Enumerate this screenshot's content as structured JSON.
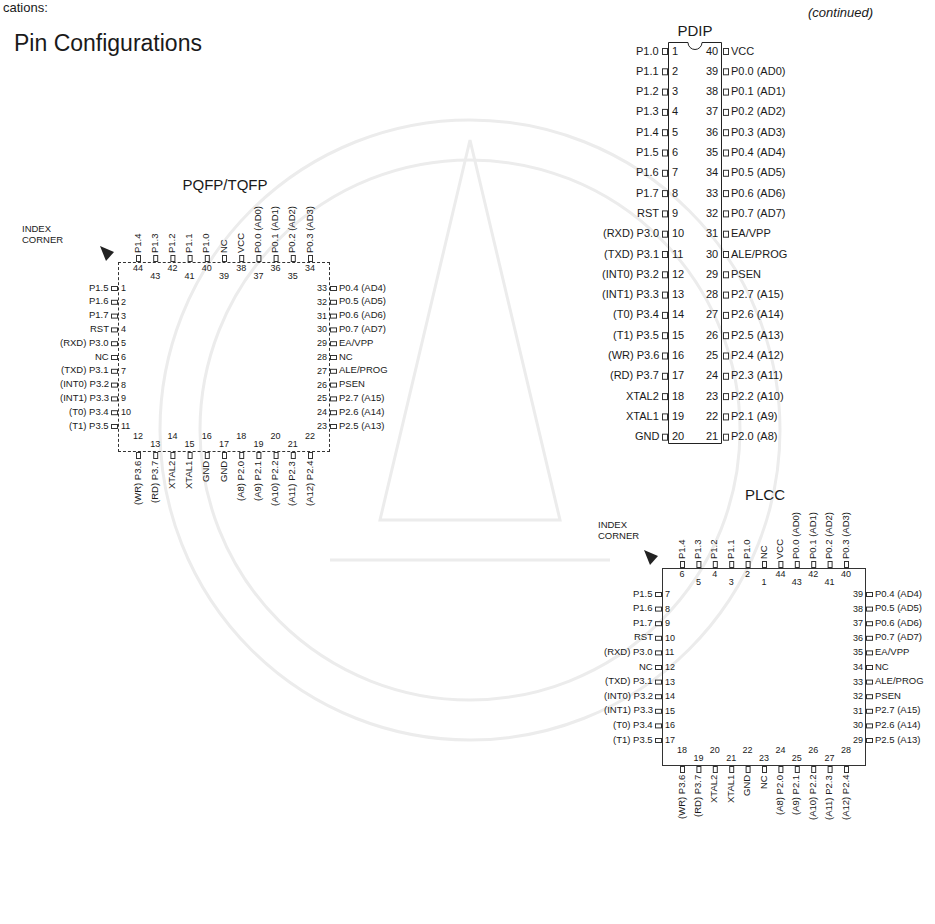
{
  "diagram": {
    "title": "Pin Configurations",
    "nodes": [
      {
        "text": [
          "PDIP"
        ]
      },
      {
        "text": [
          "PQFP/TQFP"
        ]
      },
      {
        "text": [
          "PLCC"
        ]
      }
    ],
    "labels": [
      "cations:",
      "(continued)",
      "1",
      "P1.0",
      "2",
      "P1.1",
      "3",
      "P1.2",
      "4",
      "P1.3",
      "5",
      "P1.4",
      "6",
      "P1.5",
      "7",
      "P1.6",
      "8",
      "P1.7",
      "9",
      "RST",
      "10",
      "(RXD) P3.0",
      "11",
      "(TXD) P3.1",
      "12",
      "(INT0) P3.2",
      "13",
      "(INT1) P3.3",
      "14",
      "(T0) P3.4",
      "15",
      "(T1) P3.5",
      "16",
      "(WR) P3.6",
      "17",
      "(RD) P3.7",
      "18",
      "XTAL2",
      "19",
      "XTAL1",
      "20",
      "GND",
      "21",
      "P2.0 (A8)",
      "22",
      "P2.1 (A9)",
      "23",
      "P2.2 (A10)",
      "24",
      "P2.3 (A11)",
      "25",
      "P2.4 (A12)",
      "26",
      "P2.5 (A13)",
      "27",
      "P2.6 (A14)",
      "28",
      "P2.7 (A15)",
      "29",
      "PSEN",
      "30",
      "ALE/PROG",
      "31",
      "EA/VPP",
      "32",
      "P0.7 (AD7)",
      "33",
      "P0.6 (AD6)",
      "34",
      "P0.5 (AD5)",
      "35",
      "P0.4 (AD4)",
      "36",
      "P0.3 (AD3)",
      "37",
      "P0.2 (AD2)",
      "38",
      "P0.1 (AD1)",
      "39",
      "P0.0 (AD0)",
      "40",
      "VCC",
      "INDEX CORNER",
      "1",
      "P1.5",
      "2",
      "P1.6",
      "3",
      "P1.7",
      "4",
      "RST",
      "5",
      "(RXD) P3.0",
      "6",
      "NC",
      "7",
      "(TXD) P3.1",
      "8",
      "(INT0) P3.2",
      "9",
      "(INT1) P3.3",
      "10",
      "(T0) P3.4",
      "11",
      "(T1) P3.5",
      "12",
      "(WR) P3.6",
      "13",
      "(RD) P3.7",
      "14",
      "XTAL2",
      "15",
      "XTAL1",
      "16",
      "GND",
      "17",
      "GND",
      "18",
      "(A8) P2.0",
      "19",
      "(A9) P2.1",
      "20",
      "(A10) P2.2",
      "21",
      "(A11) P2.3",
      "22",
      "(A12) P2.4",
      "23",
      "P2.5 (A13)",
      "24",
      "P2.6 (A14)",
      "25",
      "P2.7 (A15)",
      "26",
      "PSEN",
      "27",
      "ALE/PROG",
      "28",
      "NC",
      "29",
      "EA/VPP",
      "30",
      "P0.7 (AD7)",
      "31",
      "P0.6 (AD6)",
      "32",
      "P0.5 (AD5)",
      "33",
      "P0.4 (AD4)",
      "34",
      "P0.3 (AD3)",
      "35",
      "P0.2 (AD2)",
      "36",
      "P0.1 (AD1)",
      "37",
      "P0.0 (AD0)",
      "38",
      "VCC",
      "39",
      "NC",
      "40",
      "P1.0",
      "41",
      "P1.1",
      "42",
      "P1.2",
      "43",
      "P1.3",
      "44",
      "P1.4",
      "INDEX CORNER",
      "1",
      "NC",
      "2",
      "P1.0",
      "3",
      "P1.1",
      "4",
      "P1.2",
      "5",
      "P1.3",
      "6",
      "P1.4",
      "7",
      "P1.5",
      "8",
      "P1.6",
      "9",
      "P1.7",
      "10",
      "RST",
      "11",
      "(RXD) P3.0",
      "12",
      "NC",
      "13",
      "(TXD) P3.1",
      "14",
      "(INT0) P3.2",
      "15",
      "(INT1) P3.3",
      "16",
      "(T0) P3.4",
      "17",
      "(T1) P3.5",
      "18",
      "(WR) P3.6",
      "19",
      "(RD) P3.7",
      "20",
      "XTAL2",
      "21",
      "XTAL1",
      "22",
      "GND",
      "23",
      "NC",
      "24",
      "(A8) P2.0",
      "25",
      "(A9) P2.1",
      "26",
      "(A10) P2.2",
      "27",
      "(A11) P2.3",
      "28",
      "(A12) P2.4",
      "29",
      "P2.5 (A13)",
      "30",
      "P2.6 (A14)",
      "31",
      "P2.7 (A15)",
      "32",
      "PSEN",
      "33",
      "ALE/PROG",
      "34",
      "NC",
      "35",
      "EA/VPP",
      "36",
      "P0.7 (AD7)",
      "37",
      "P0.6 (AD6)",
      "38",
      "P0.5 (AD5)",
      "39",
      "P0.4 (AD4)",
      "40",
      "P0.3 (AD3)",
      "41",
      "P0.2 (AD2)",
      "42",
      "P0.1 (AD1)",
      "43",
      "P0.0 (AD0)",
      "44",
      "VCC"
    ]
  }
}
